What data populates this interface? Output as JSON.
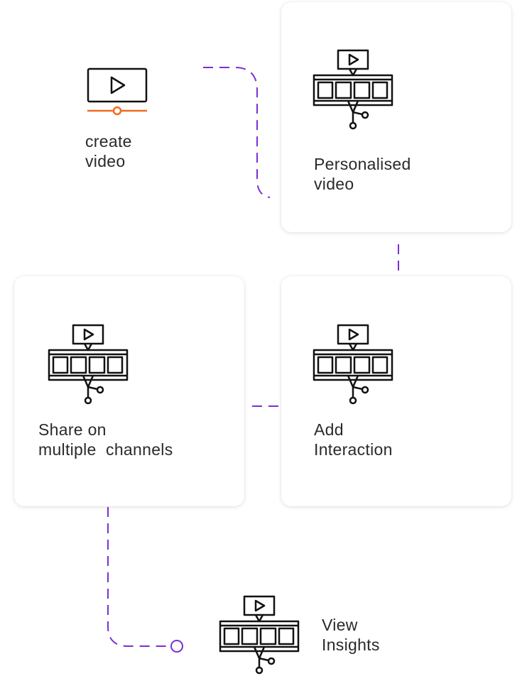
{
  "colors": {
    "connector": "#7b2fd6",
    "accent": "#f26b21",
    "icon": "#111111",
    "card_background": "#ffffff"
  },
  "steps": [
    {
      "id": "create",
      "line1": "create",
      "line2": "video",
      "icon": "video-player-icon",
      "card": false
    },
    {
      "id": "personalised",
      "line1": "Personalised",
      "line2": "video",
      "icon": "film-editing-icon",
      "card": true
    },
    {
      "id": "interaction",
      "line1": "Add",
      "line2": "Interaction",
      "icon": "film-editing-icon",
      "card": true
    },
    {
      "id": "share",
      "line1": "Share on",
      "line2": "multiple  channels",
      "icon": "film-editing-icon",
      "card": true
    },
    {
      "id": "insights",
      "line1": "View",
      "line2": "Insights",
      "icon": "film-editing-icon",
      "card": false
    }
  ]
}
